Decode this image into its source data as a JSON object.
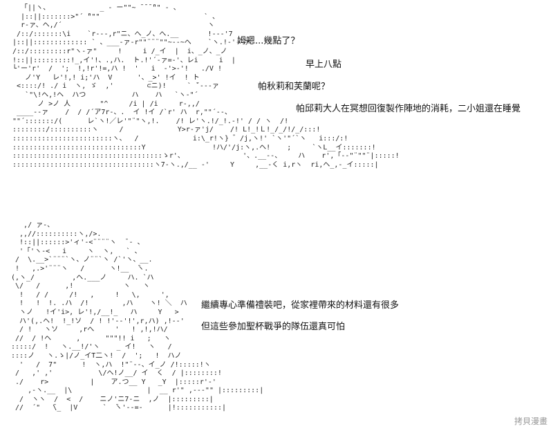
{
  "dialogue": [
    "姆嗯...幾點了？",
    "早上八點",
    "帕秋莉和芙蘭呢？",
    "帕邱莉大人在冥想回復製作陣地的消耗，二小姐還在睡覺",
    "繼續專心準備禮裝吧，從家裡帶來的材料還有很多",
    "但這些參加聖杯戰爭的隊伍還真可怕"
  ],
  "art": {
    "top": "  「||ヽ、            _ - ー\"\"~ ̄ ̄ ̄ ̄\"\" - 、\n  |::||:::::::>\"´ ̄\"\"\"                         ` 、\n  r-ァ、ヘ,/´                                   ヽ\n /::/:::::::\\i    `r---,r\"ニ、へ_ノ、へ.__       !---'7\n|::||::::::::::::: ` 、___-ァ-r\"\"¨¨¨\"\"~--~へ    `ヽ.!-'--ァ\n/::/:::::::::r\"ヽ-ァ\"     !     i /_イ  |  i、_ノ、_ノ\n!::||:::::::::!_,イ'!、.,ハ.  ト.!'´-ァ=-'、レi     i  |\n└'ー'r'  /  ';  !,!r'!=,ハ !  '   i  -'>-'!   ./V !\n   ノ'Y   レ'!,! i;'ハ  V      '、_>' !イ  ! ト\n <::::/! ./ i  ヽ, ゞ  ,'        ⊂ニ)!     ` ̄´---ァ\n   `\"\\!ヘ,!ヘ  ハつ           ハ    ハ   `ヽ-\"´\n      ノ >ノ 人       \"^     /i | /i     r-,,/\n ____--ァ    /  / /´ア7r-、.  イ !イ /`r' ハ  r,\"\"´--、\n\"\"´:::::::/(      レ`ヽ!／レ'\"¨\"ヽ,!.    /! レ'ヽ.!/_!.-!' / / ヽ  /!\n::::::::/::::::::::ヽ     /             Y>r-ァ'j/    /! L!_!Ｌ!_/_/!/_/:::!\n::::::::::::::::::::::::ヽ、  /             i:\\_r!ヽ} ゛/j,ヽ!' `ヽ'\"´`ヽ   i:::/:!\n:::::::::::::::::::::::::::::::Y                !ハ/'/j:ヽ,.ヘ!    ;     `ヽL__イ:::::::!\n::::::::::::::::::::::::::::::::::::ゝr'、              '、.__--、    ハ    r',「--\"¨\"\"¨|:::::!\n::::::::::::::::::::::::::::::::::ヽ7-ヽ.,/__ -'     Y     ,__-く i,rヽ  ri,ヘ_,-_イ:::::|",
    "bottom": "   ,/ ァ-、\n  ,,//::::::::::ヽ,/>.\n  !::||::::::>'ィ'-<¨¨¨¨ヽ  ̄ - 、\n  '「'ヽ-<   i     ヽ  ヽ,   ` 、\n /  \\.__>`¨¨¨`ヽ、ノ¨¨`ヽ /`'ヽ、__.\n !   ,.>'¨¨¨ヽ   /      ヽ!__  ̄ヽ.\n(,ヽ_/         ,ヘ.___ノ     ハ. `ハ\n \\/   /      ,!            ヽ   ヽ\n  !   / /     /!   ,     !   \\,     ',\n  !   !  !. .ハ  /!        ,ハ    ヽ! ＼  ハ\n  ヽノ   !イ'i>, レ'!,/__!_   ハ     Y   >\n  ハ'(,.ヘ!  !_!ソ  / ! !'--'!',r,ハ) ,!--'\n  / !   ヽソ     ,rへ     '   ! ,!,!ハ/\n //  / !ヘ      ,      \"\"\"!! i   ;   ヽ\n:::::/  !   ヽ.__!/'ヽ    _ イ!   ヽ   /\n::::ノ   ヽ.ゝ|/ノ_イT二ヽ!  /  ';   !  ハノ\n  '   /  7\"      !  ヽ,ハ  !\"¨--、イ_ノ /!:::::!ヽ\n /   ,' ,'           \\/へ!ノ__/ イ  く  / |::::::::!\n ./    r>          |    ア.つ__ Y   _Y  |:::::r'-'\n    ,-ヽ.__  |\\                  |  __ r'\" ,---\"\" |:::::::::|\n  /  ヽヽ  /  <  /    ニノ'ニ7-ニ  ,ノ  |:::::::::|\n //  ´\"   ̄\\_  |V      `  ̄ヽ'--=-      |!:::::::::::|"
  },
  "watermark": "拷貝漫畫"
}
